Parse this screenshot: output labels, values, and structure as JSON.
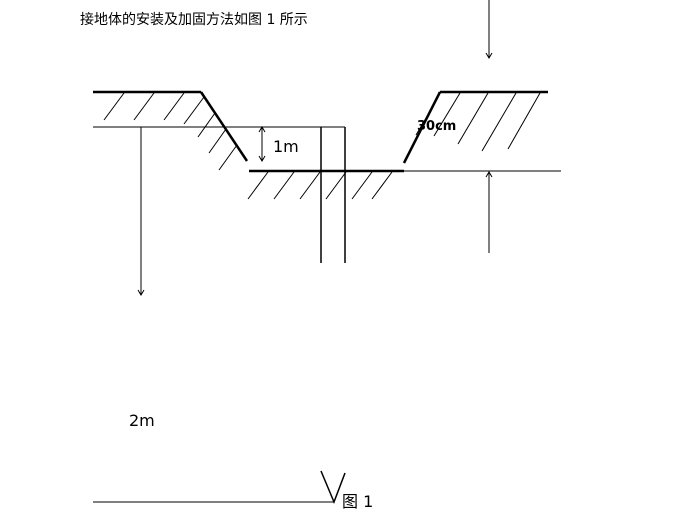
{
  "title": "接地体的安装及加固方法如图 1 所示",
  "labels": {
    "depth": "1m",
    "width": "30cm",
    "length": "2m",
    "figure": "图 1"
  }
}
